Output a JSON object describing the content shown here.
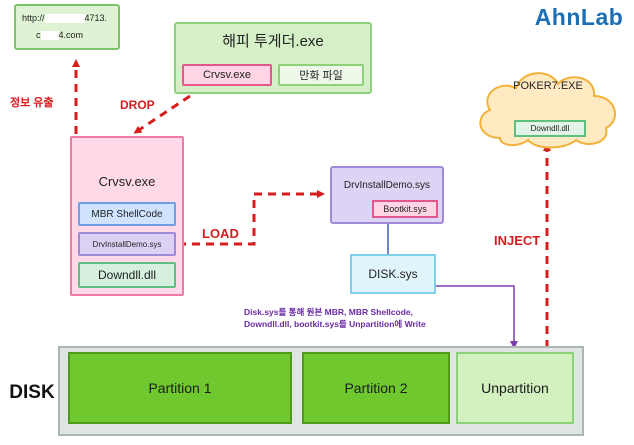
{
  "logo": "AhnLab",
  "url_box": {
    "line1_start": "http://",
    "line1_end": "4713.",
    "line2_start": "c",
    "line2_end": "4.com"
  },
  "happy_box": {
    "title": "해피 투게더.exe",
    "crvsv_label": "Crvsv.exe",
    "manhwa_label": "만화 파일"
  },
  "poker": {
    "title": "POKER7.EXE",
    "dll_label": "Downdll.dll"
  },
  "crvsv_main": {
    "title": "Crvsv.exe",
    "mbr": "MBR ShellCode",
    "drv": "DrvInstallDemo.sys",
    "downdll": "Downdll.dll"
  },
  "drv_box": {
    "title": "DrvInstallDemo.sys",
    "bootkit": "Bootkit.sys"
  },
  "disk_sys": "DISK.sys",
  "note": {
    "line1": "Disk.sys를 통해 원본 MBR, MBR Shellcode,",
    "line2": "Downdll.dll, bootkit.sys를 Unpartition에 Write"
  },
  "disk": {
    "label": "DISK",
    "partition1": "Partition 1",
    "partition2": "Partition 2",
    "unpartition": "Unpartition"
  },
  "arrow_labels": {
    "leak": "정보 유출",
    "drop": "DROP",
    "load": "LOAD",
    "inject": "INJECT"
  },
  "colors": {
    "arrow_red": "#d61d1d",
    "write_arrow": "#7b3fb0",
    "brand_blue": "#1c6fb3"
  }
}
